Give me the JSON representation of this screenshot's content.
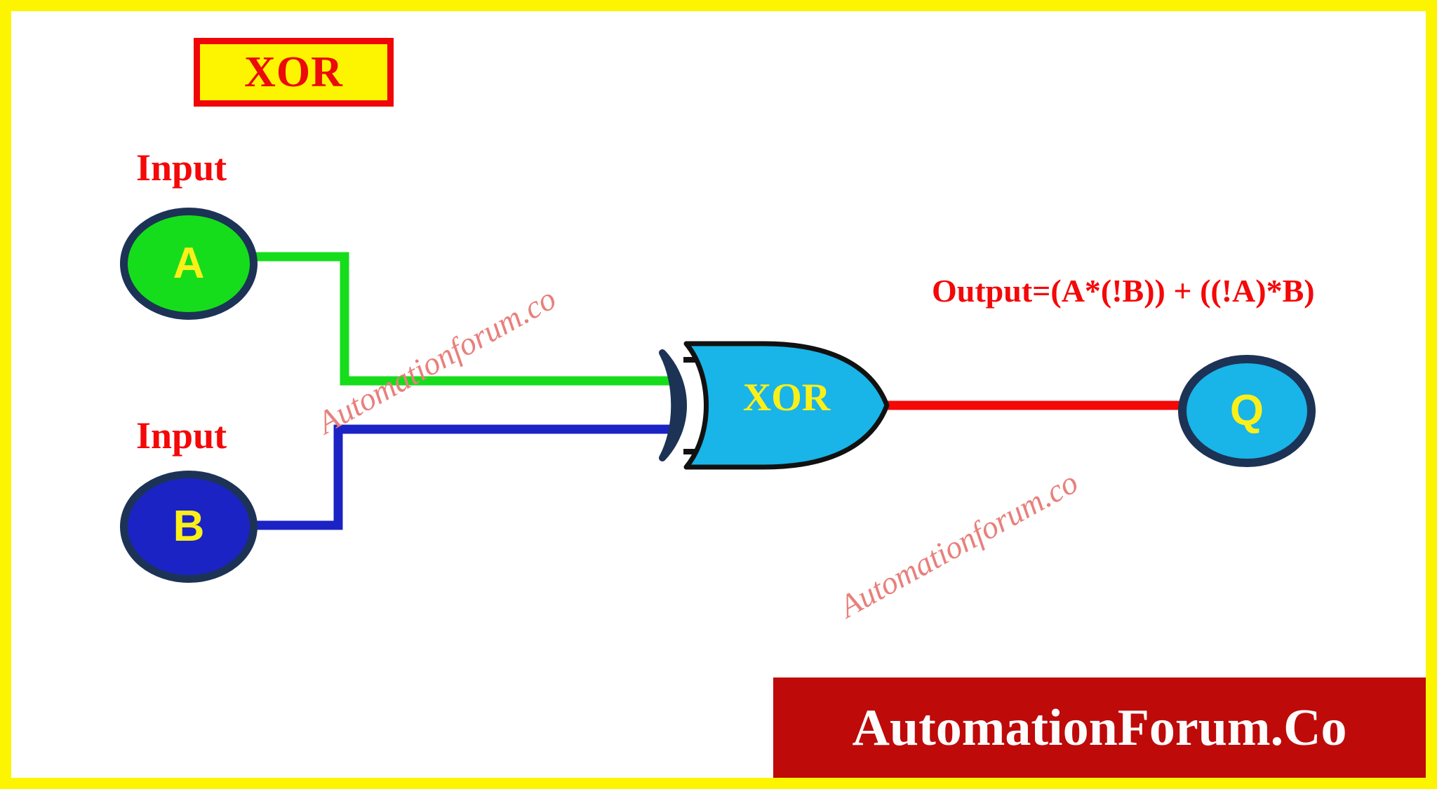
{
  "title": {
    "plate_label": "XOR"
  },
  "inputs": [
    {
      "label": "Input",
      "node_label": "A",
      "icon": "circle-node-icon",
      "color": "#16dd1b",
      "wire_color": "#16dd1b"
    },
    {
      "label": "Input",
      "node_label": "B",
      "icon": "circle-node-icon",
      "color": "#1b23c4",
      "wire_color": "#1b23c4"
    }
  ],
  "gate": {
    "label": "XOR",
    "type": "xor-gate",
    "fill": "#19b4e8",
    "outline": "#000000",
    "arc_color": "#1c3356",
    "label_color": "#fbef1a"
  },
  "output": {
    "expression": "Output=(A*(!B)) + ((!A)*B)",
    "node_label": "Q",
    "node_color": "#19b4e8",
    "wire_color": "#f40808",
    "expression_color": "#f40808"
  },
  "watermarks": [
    {
      "text": "Automationforum.co"
    },
    {
      "text": "Automationforum.co"
    }
  ],
  "footer": {
    "brand": "AutomationForum.Co",
    "background": "#bf0a0a",
    "text_color": "#fdfdfd"
  },
  "theme": {
    "frame_color": "#fdf500",
    "canvas_color": "#ffffff",
    "accent_red": "#f40808",
    "node_border": "#1c3356",
    "label_yellow": "#fbef1a"
  }
}
